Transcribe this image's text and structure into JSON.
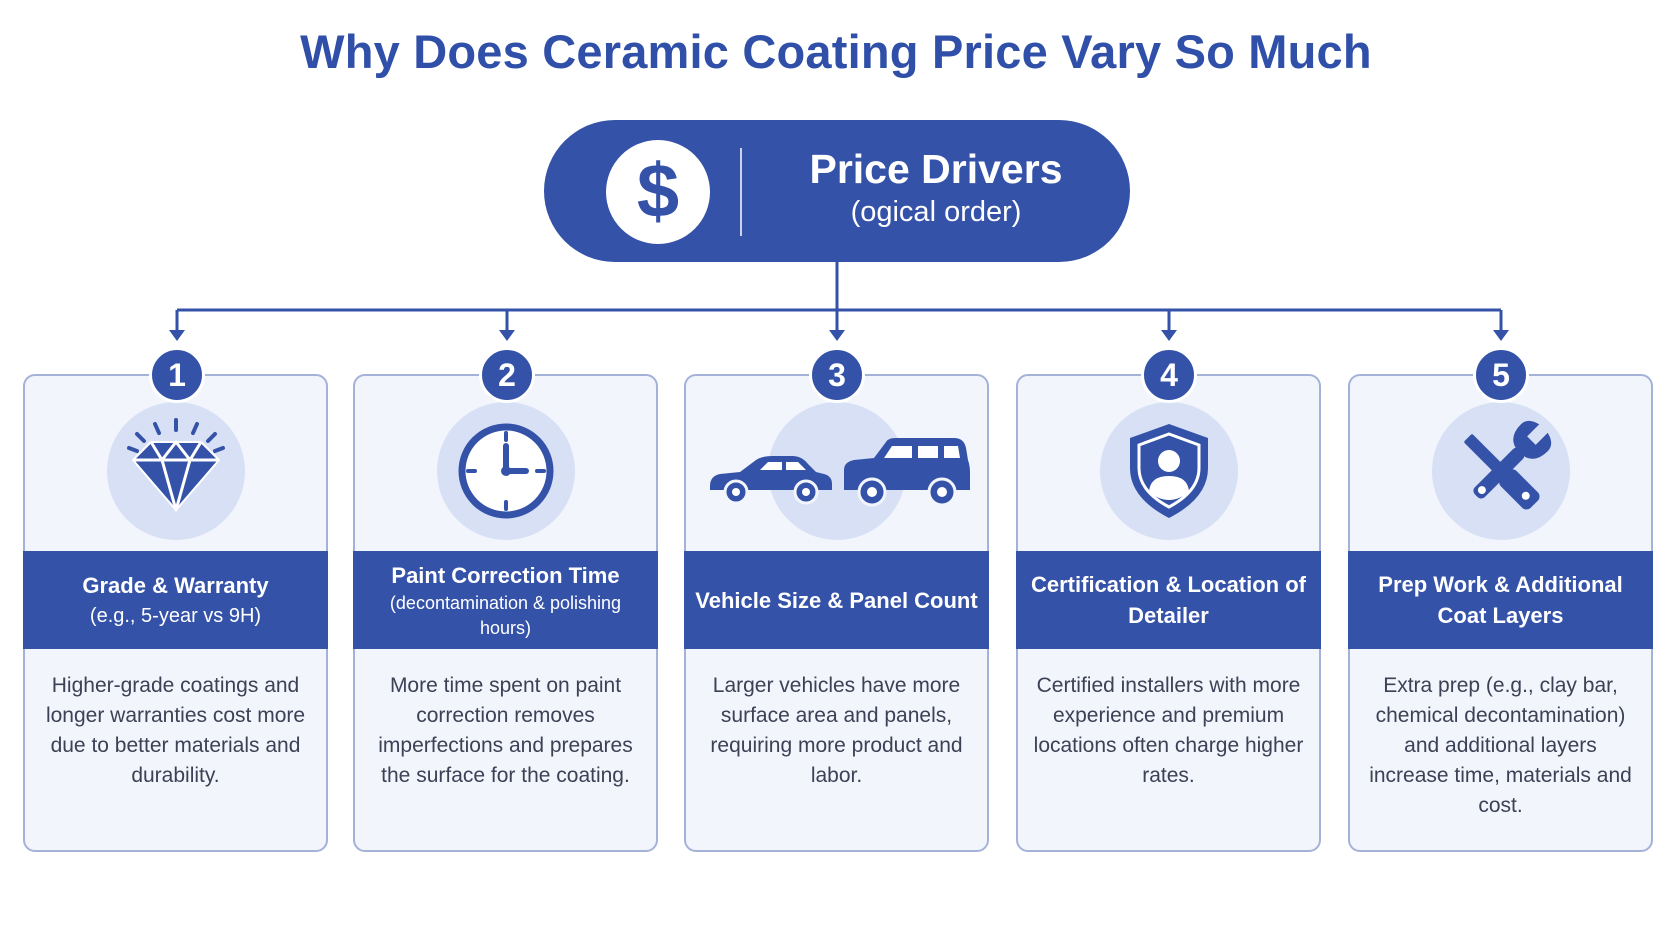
{
  "title": "Why Does Ceramic Coating Price Vary So Much",
  "hub": {
    "title": "Price Drivers",
    "subtitle": "(ogical order)",
    "icon": "dollar-sign-icon"
  },
  "colors": {
    "primary": "#3552a9",
    "card_bg": "#f2f5fc",
    "icon_circle": "#d7e0f5",
    "text": "#3c4155"
  },
  "drivers": [
    {
      "number": "1",
      "icon": "diamond-icon",
      "title": "Grade & Warranty",
      "subtitle": "(e.g., 5-year vs 9H)",
      "description": "Higher-grade coatings and longer warranties cost more due to better materials and durability."
    },
    {
      "number": "2",
      "icon": "clock-icon",
      "title": "Paint Correction Time",
      "subtitle": "(decontamination & polishing hours)",
      "description": "More time spent on paint correction removes imperfections and prepares the surface for the coating."
    },
    {
      "number": "3",
      "icon": "vehicles-icon",
      "title": "Vehicle Size & Panel Count",
      "subtitle": "",
      "description": "Larger vehicles have more surface area and panels, requiring more product and labor."
    },
    {
      "number": "4",
      "icon": "shield-user-icon",
      "title": "Certification & Location of Detailer",
      "subtitle": "",
      "description": "Certified installers with more experience and premium locations often charge higher rates."
    },
    {
      "number": "5",
      "icon": "tools-icon",
      "title": "Prep Work & Additional Coat Layers",
      "subtitle": "",
      "description": "Extra prep (e.g., clay bar, chemical decontamination) and additional layers increase time, materials and cost."
    }
  ]
}
